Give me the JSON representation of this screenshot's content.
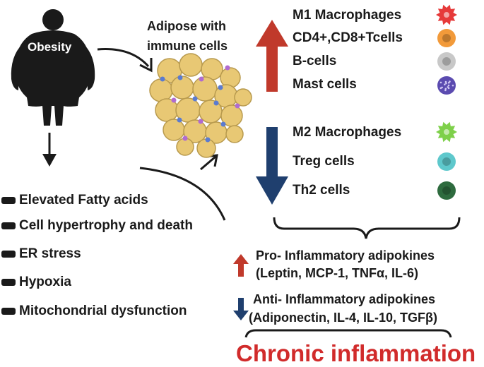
{
  "person_label": "Obesity",
  "adipose_label": [
    "Adipose  with",
    "immune cells"
  ],
  "causes": [
    "Elevated Fatty acids",
    "Cell hypertrophy and death",
    "ER stress",
    "Hypoxia",
    "Mitochondrial dysfunction"
  ],
  "increased_cells": [
    {
      "label": "M1 Macrophages",
      "icon": "m1-macrophage-icon",
      "color": "#e63a3a"
    },
    {
      "label": "CD4+,CD8+Tcells",
      "icon": "t-cell-icon",
      "color": "#f29a3a"
    },
    {
      "label": "B-cells",
      "icon": "b-cell-icon",
      "color": "#c8c8c8"
    },
    {
      "label": "Mast cells",
      "icon": "mast-cell-icon",
      "color": "#5b4bb0"
    }
  ],
  "decreased_cells": [
    {
      "label": "M2 Macrophages",
      "icon": "m2-macrophage-icon",
      "color": "#7ed04a"
    },
    {
      "label": "Treg cells",
      "icon": "treg-cell-icon",
      "color": "#5ec8cc"
    },
    {
      "label": "Th2 cells",
      "icon": "th2-cell-icon",
      "color": "#2e6b3e"
    }
  ],
  "pro_inflammatory": {
    "title": "Pro- Inflammatory adipokines",
    "items": "(Leptin, MCP-1, TNFα, IL-6)"
  },
  "anti_inflammatory": {
    "title": "Anti- Inflammatory adipokines",
    "items": "(Adiponectin, IL-4, IL-10, TGFβ)"
  },
  "outcome": "Chronic inflammation",
  "colors": {
    "up_arrow": "#c0392b",
    "down_arrow": "#1f3f6e",
    "outcome": "#d12b2b",
    "fat_cell": "#e8c874"
  }
}
